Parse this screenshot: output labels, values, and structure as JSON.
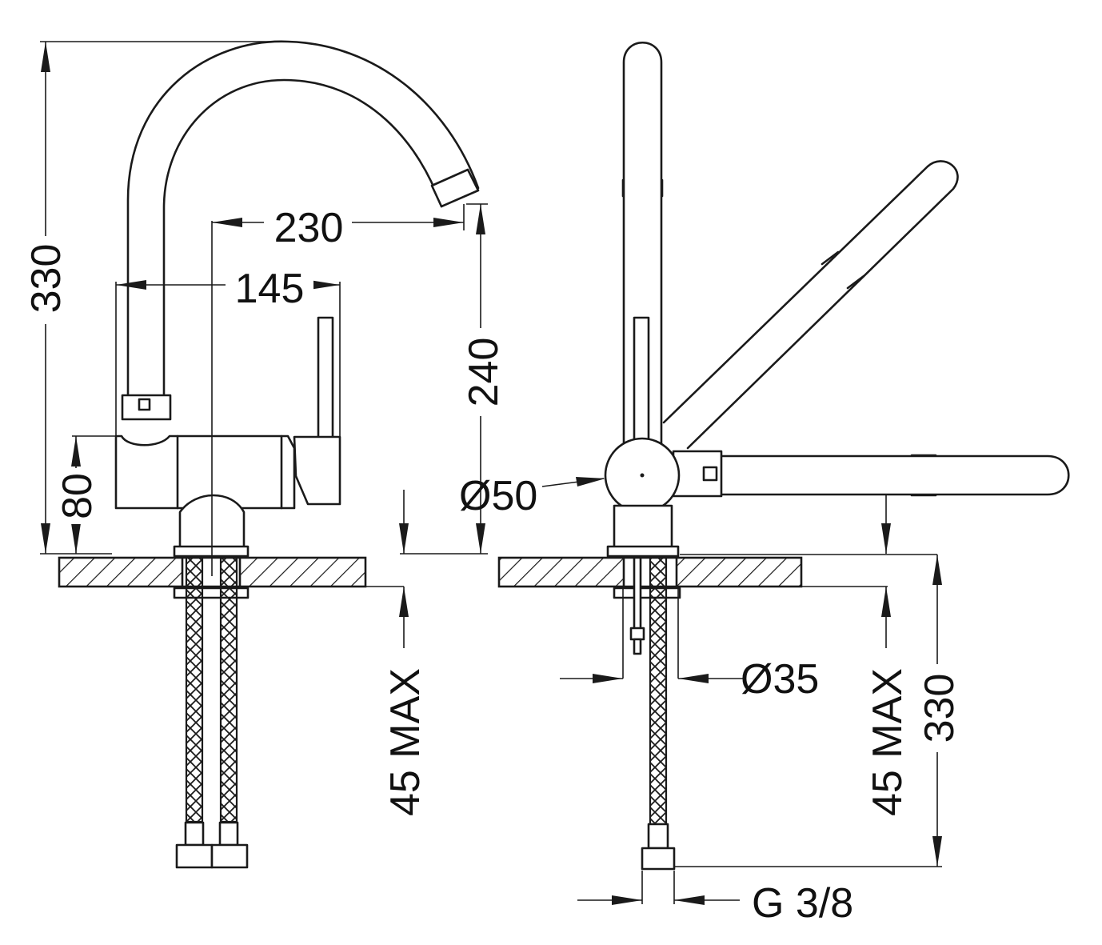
{
  "dimensions": {
    "height_total_left": "330",
    "spout_reach": "230",
    "handle_offset": "145",
    "spout_height": "240",
    "body_height": "80",
    "deck_thickness_left": "45 MAX",
    "body_diameter": "Ø50",
    "deck_thickness_right": "45 MAX",
    "hose_length": "330",
    "hole_diameter": "Ø35",
    "connection_thread": "G 3/8"
  },
  "colors": {
    "line": "#1a1a1a",
    "background": "#ffffff"
  }
}
